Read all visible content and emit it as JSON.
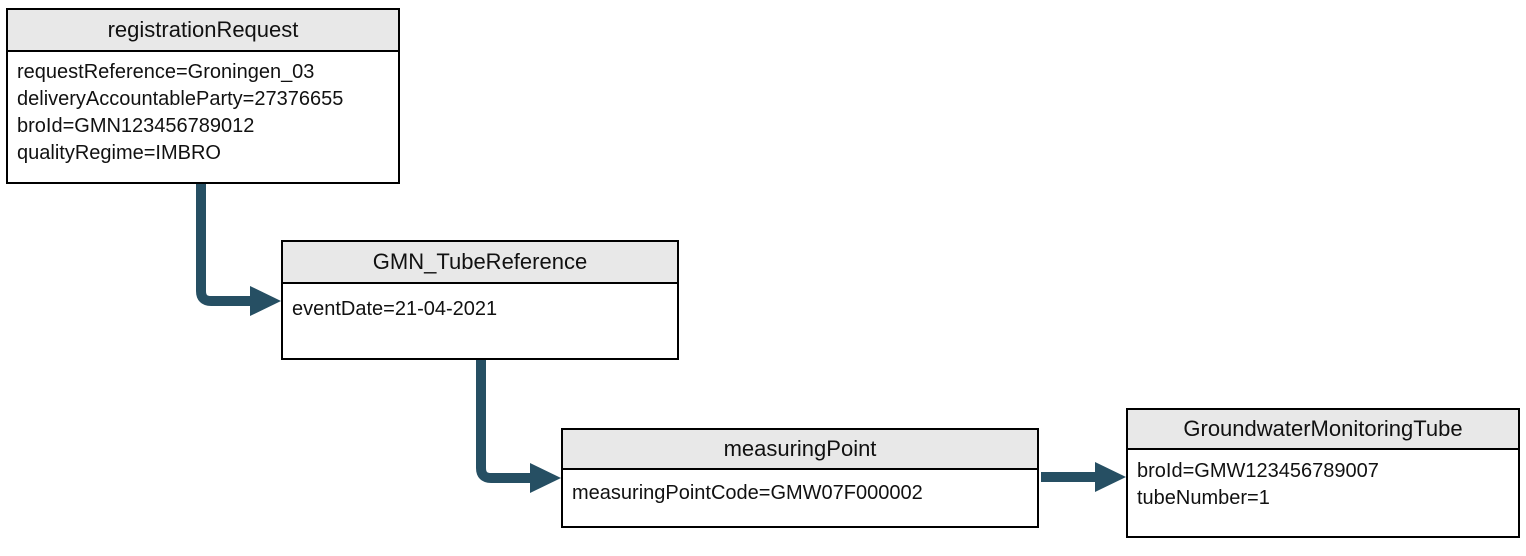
{
  "diagram": {
    "nodes": [
      {
        "id": "registrationRequest",
        "title": "registrationRequest",
        "lines": [
          "requestReference=Groningen_03",
          "deliveryAccountableParty=27376655",
          "broId=GMN123456789012",
          "qualityRegime=IMBRO"
        ]
      },
      {
        "id": "GMN_TubeReference",
        "title": "GMN_TubeReference",
        "lines": [
          "eventDate=21-04-2021"
        ]
      },
      {
        "id": "measuringPoint",
        "title": "measuringPoint",
        "lines": [
          "measuringPointCode=GMW07F000002"
        ]
      },
      {
        "id": "GroundwaterMonitoringTube",
        "title": "GroundwaterMonitoringTube",
        "lines": [
          "broId=GMW123456789007",
          "tubeNumber=1"
        ]
      }
    ],
    "edges": [
      {
        "from": "registrationRequest",
        "to": "GMN_TubeReference"
      },
      {
        "from": "GMN_TubeReference",
        "to": "measuringPoint"
      },
      {
        "from": "measuringPoint",
        "to": "GroundwaterMonitoringTube"
      }
    ],
    "colors": {
      "arrow": "#264f63",
      "header_fill": "#e8e8e8",
      "border": "#000000"
    }
  }
}
